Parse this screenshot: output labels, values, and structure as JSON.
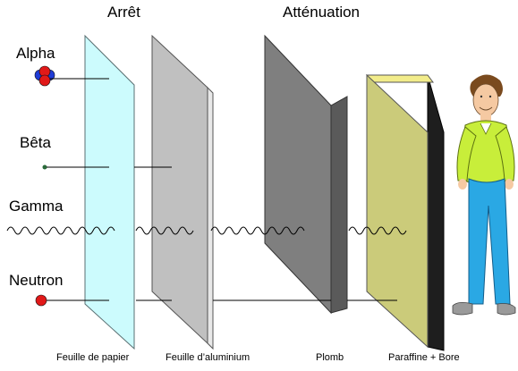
{
  "headers": {
    "stop": "Arrêt",
    "attenuation": "Atténuation"
  },
  "radiations": {
    "alpha": "Alpha",
    "beta": "Bêta",
    "gamma": "Gamma",
    "neutron": "Neutron"
  },
  "barriers": {
    "paper": "Feuille de papier",
    "aluminium": "Feuille d’aluminium",
    "lead": "Plomb",
    "paraffin_boron": "Paraffine + Bore"
  },
  "colors": {
    "paper_sheet": "#ccfbfd",
    "aluminium_sheet": "#c0c0c0",
    "lead_block": "#7f7f7f",
    "paraffin_block": "#cbcb7a",
    "boron_layer": "#1e1e1e",
    "alpha_blue": "#1f3bd6",
    "alpha_red": "#e11919",
    "neutron_red": "#e11919",
    "beta_green": "#2a6a3a",
    "man_shirt": "#c8ee3a",
    "man_trousers": "#2aa8e4"
  },
  "icons": {
    "alpha": "alpha-particle-icon",
    "beta": "beta-particle-icon",
    "neutron": "neutron-particle-icon",
    "person": "person-illustration"
  }
}
